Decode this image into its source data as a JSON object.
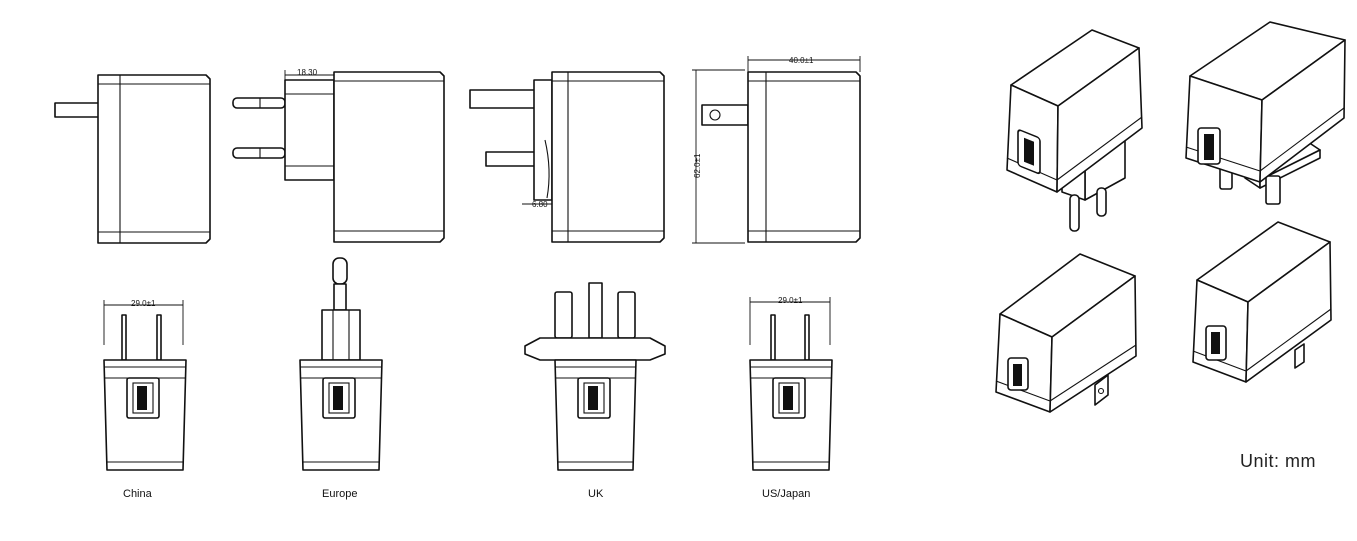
{
  "labels": {
    "china": "China",
    "europe": "Europe",
    "uk": "UK",
    "us_japan": "US/Japan",
    "unit": "Unit: mm"
  },
  "dimensions": {
    "plug_depth": "18.30",
    "uk_offset": "6.80",
    "height": "62.0±1",
    "depth": "40.0±1",
    "width_china": "29.0±1",
    "width_us": "29.0±1"
  }
}
